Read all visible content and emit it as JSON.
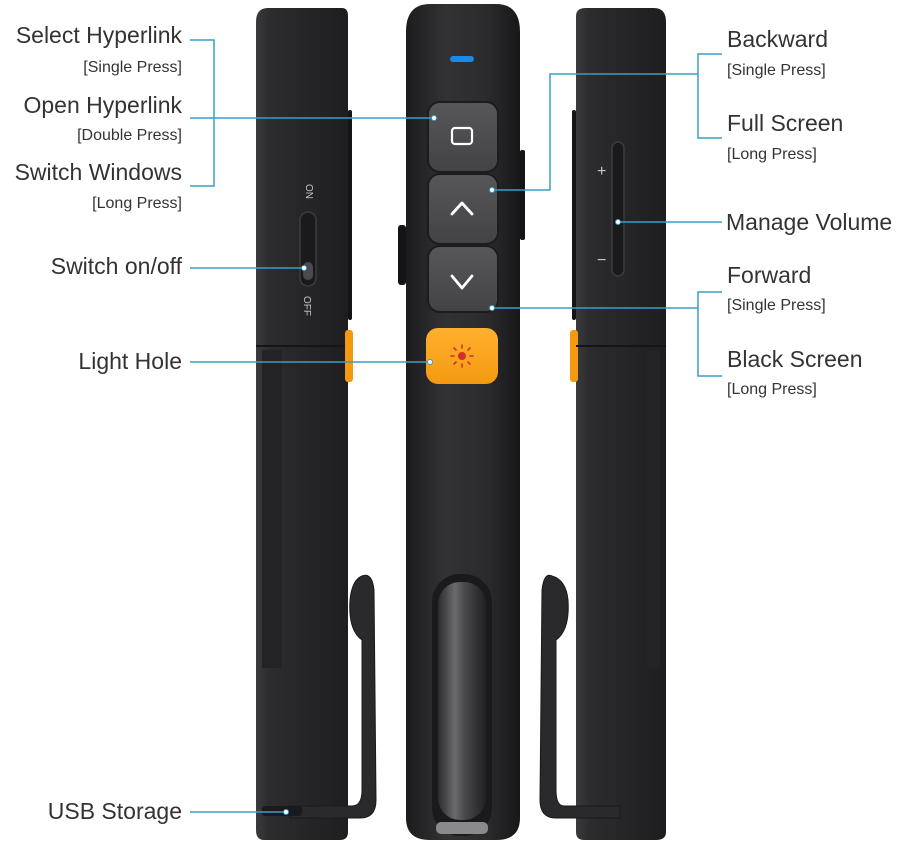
{
  "labels": {
    "select_hyperlink": "Select Hyperlink",
    "select_hyperlink_sub": "[Single Press]",
    "open_hyperlink": "Open Hyperlink",
    "open_hyperlink_sub": "[Double Press]",
    "switch_windows": "Switch Windows",
    "switch_windows_sub": "[Long Press]",
    "switch_onoff": "Switch on/off",
    "light_hole": "Light Hole",
    "usb_storage": "USB Storage",
    "backward": "Backward",
    "backward_sub": "[Single Press]",
    "full_screen": "Full Screen",
    "full_screen_sub": "[Long Press]",
    "manage_volume": "Manage Volume",
    "forward": "Forward",
    "forward_sub": "[Single Press]",
    "black_screen": "Black Screen",
    "black_screen_sub": "[Long Press]"
  },
  "device": {
    "switch_on": "ON",
    "switch_off": "OFF",
    "vol_plus": "+",
    "vol_minus": "−"
  },
  "colors": {
    "body": "#2b2b2d",
    "button": "#4a4a4d",
    "accent": "#f7a21b",
    "led": "#1e88e5",
    "callout_line": "#3a9fc4"
  },
  "icons": {
    "window": "window-icon",
    "up": "chevron-up-icon",
    "down": "chevron-down-icon",
    "laser": "laser-icon"
  }
}
